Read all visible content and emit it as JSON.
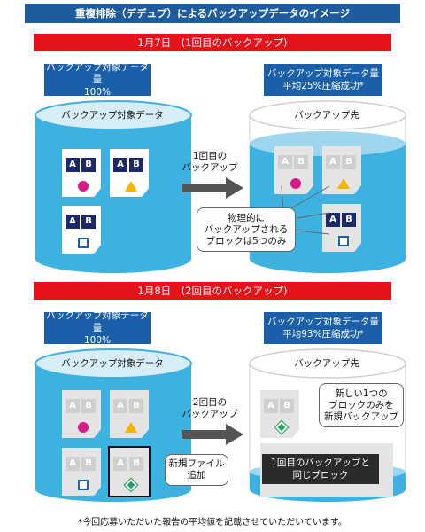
{
  "title": "重複排除（デデュプ）によるバックアップデータのイメージ",
  "sections": [
    {
      "date_label": "1月7日　(1回目のバックアップ)",
      "source_note": [
        "バックアップ対象データ量",
        "100%"
      ],
      "dest_note": [
        "バックアップ対象データ量",
        "平均25%圧縮成功*"
      ],
      "source_label": "バックアップ対象データ",
      "dest_label": "バックアップ先",
      "arrow_label": [
        "1回目の",
        "バックアップ"
      ],
      "callout": [
        "物理的に",
        "バックアップされる",
        "ブロックは5つのみ"
      ]
    },
    {
      "date_label": "1月8日　(2回目のバックアップ)",
      "source_note": [
        "バックアップ対象データ量",
        "100%"
      ],
      "dest_note": [
        "バックアップ対象データ量",
        "平均93%圧縮成功*"
      ],
      "source_label": "バックアップ対象データ",
      "dest_label": "バックアップ先",
      "arrow_label": [
        "2回目の",
        "バックアップ"
      ],
      "callout_new_file": [
        "新規ファイル",
        "追加"
      ],
      "callout_dest": [
        "新しい1つの",
        "ブロックのみを",
        "新規バックアップ"
      ],
      "callout_dark": [
        "1回目のバックアップと",
        "同じブロック"
      ]
    }
  ],
  "block_letters": [
    "A",
    "B"
  ],
  "footnote": "*今回応募いただいた報告の平均値を記載させていただいています。",
  "colors": {
    "navy": "#1f5c9e",
    "red": "#e5121a",
    "cyan": "#3db1e0",
    "magenta": "#d61a87",
    "yellow": "#f4b400",
    "blue": "#1f5fae",
    "green": "#1aa35a"
  }
}
